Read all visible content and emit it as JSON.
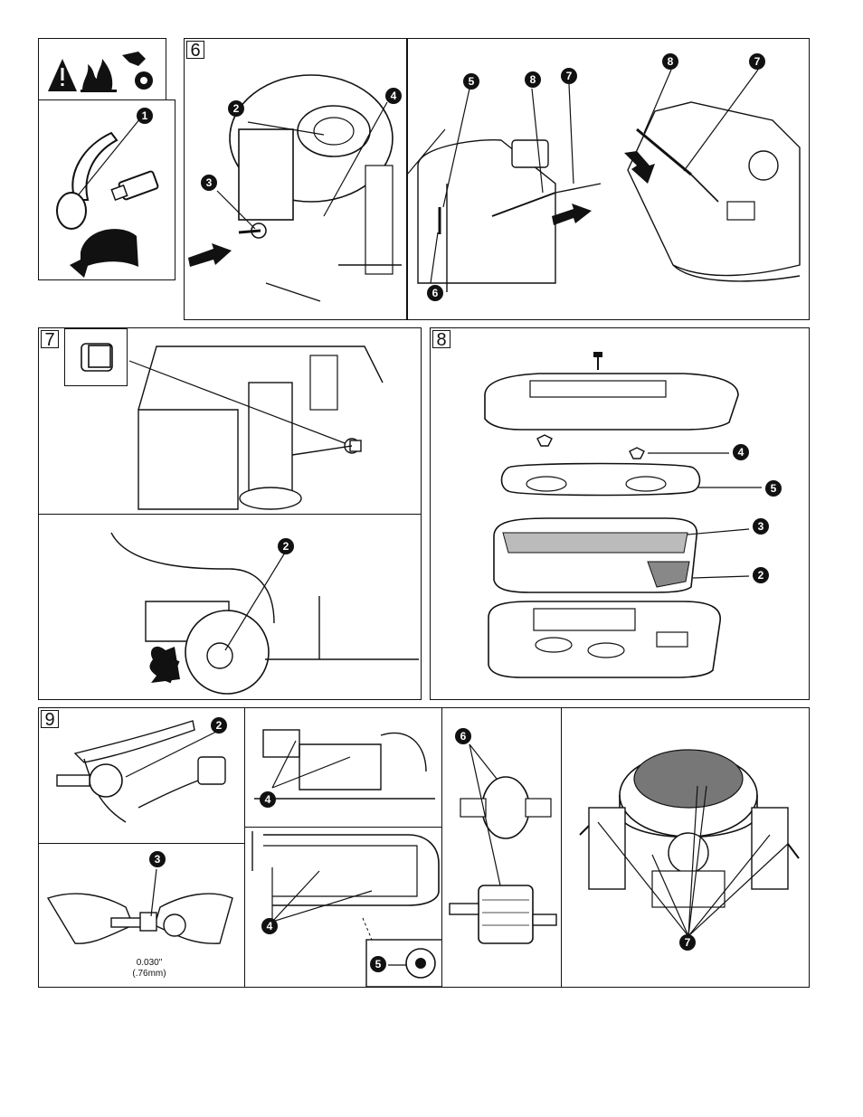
{
  "figures": {
    "fig6": {
      "number": "6"
    },
    "fig7": {
      "number": "7"
    },
    "fig8": {
      "number": "8"
    },
    "fig9": {
      "number": "9"
    }
  },
  "warning": {
    "icons": [
      "warning-triangle-icon",
      "fire-icon",
      "moving-parts-icon"
    ]
  },
  "callouts": {
    "c1": "1",
    "c2": "2",
    "c3": "3",
    "c4": "4",
    "c5": "5",
    "c6": "6",
    "c7": "7",
    "c8": "8"
  },
  "spark_gap": {
    "inches": "0.030\"",
    "mm": "(.76mm)"
  },
  "colors": {
    "ink": "#111111",
    "paper": "#ffffff"
  }
}
